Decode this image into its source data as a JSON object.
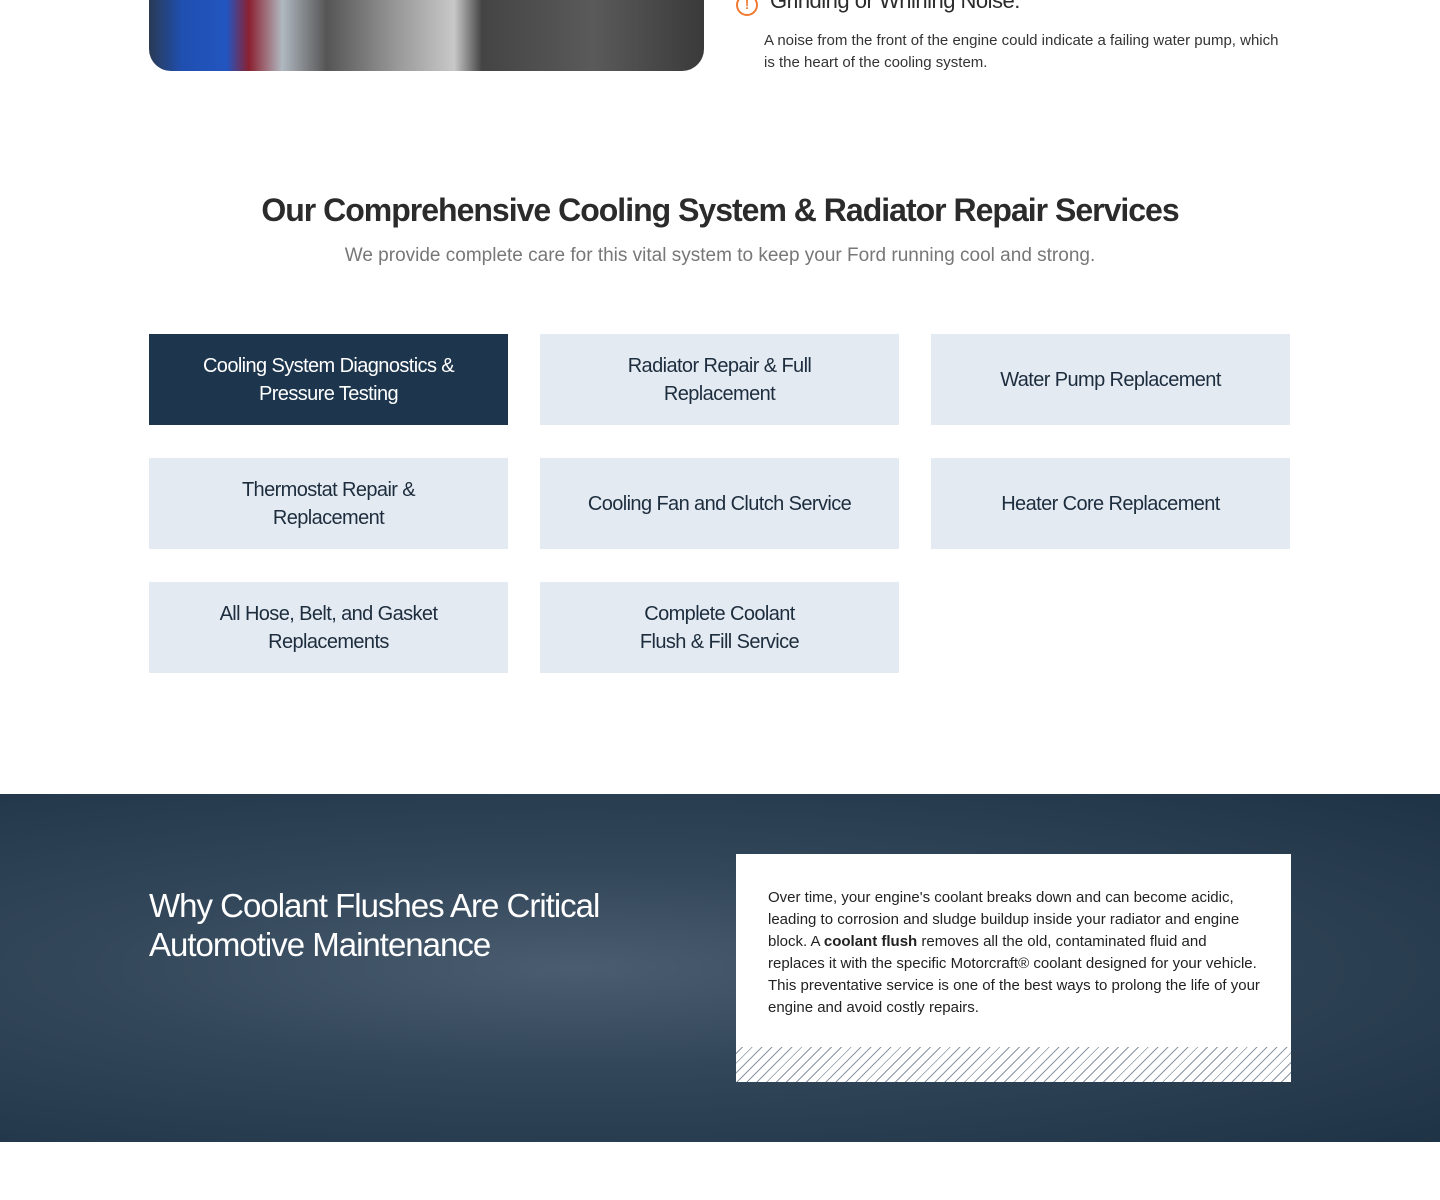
{
  "symptom": {
    "icon": "alert-icon",
    "title": "Grinding or Whining Noise:",
    "text": "A noise from the front of the engine could indicate a failing water pump, which is the heart of the cooling system."
  },
  "services": {
    "title": "Our Comprehensive Cooling System & Radiator Repair Services",
    "subtitle": "We provide complete care for this vital system to keep your Ford running cool and strong.",
    "items": [
      "Cooling System Diagnostics & Pressure Testing",
      "Radiator Repair & Full Replacement",
      "Water Pump Replacement",
      "Thermostat Repair & Replacement",
      "Cooling Fan and Clutch Service",
      "Heater Core Replacement",
      "All Hose, Belt, and Gasket Replacements",
      "Complete Coolant Flush & Fill Service"
    ]
  },
  "coolant": {
    "title": "Why Coolant Flushes Are Critical Automotive Maintenance",
    "text_before": "Over time, your engine's coolant breaks down and can become acidic, leading to corrosion and sludge buildup inside your radiator and engine block. A ",
    "text_bold": "coolant flush",
    "text_after": " removes all the old, contaminated fluid and replaces it with the specific Motorcraft® coolant designed for your vehicle. This preventative service is one of the best ways to prolong the life of your engine and avoid costly repairs."
  },
  "colors": {
    "accent": "#f07a32",
    "navy": "#1e364d",
    "card": "#e3eaf2"
  }
}
